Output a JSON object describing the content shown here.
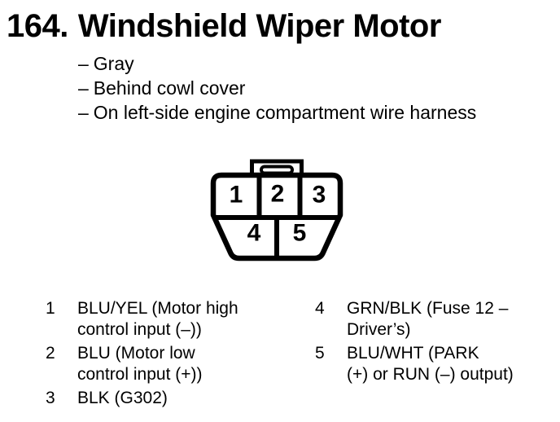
{
  "heading": {
    "number": "164.",
    "title": "Windshield Wiper Motor"
  },
  "notes": {
    "marker": "–",
    "items": [
      "Gray",
      "Behind cowl cover",
      "On left-side engine compartment wire harness"
    ]
  },
  "connector": {
    "description": "5-pin trapezoid connector, latch tab on top",
    "pins": [
      "1",
      "2",
      "3",
      "4",
      "5"
    ]
  },
  "legend": {
    "left": [
      {
        "number": "1",
        "lines": [
          "BLU/YEL (Motor high",
          "control input (–))"
        ]
      },
      {
        "number": "2",
        "lines": [
          "BLU (Motor low",
          "control input (+))"
        ]
      },
      {
        "number": "3",
        "lines": [
          "BLK (G302)"
        ]
      }
    ],
    "right": [
      {
        "number": "4",
        "lines": [
          "GRN/BLK (Fuse 12 –",
          "Driver’s)"
        ]
      },
      {
        "number": "5",
        "lines": [
          "BLU/WHT (PARK",
          "(+) or RUN (–) output)"
        ]
      }
    ]
  },
  "colors": {
    "ink": "#000000",
    "paper": "#ffffff"
  }
}
